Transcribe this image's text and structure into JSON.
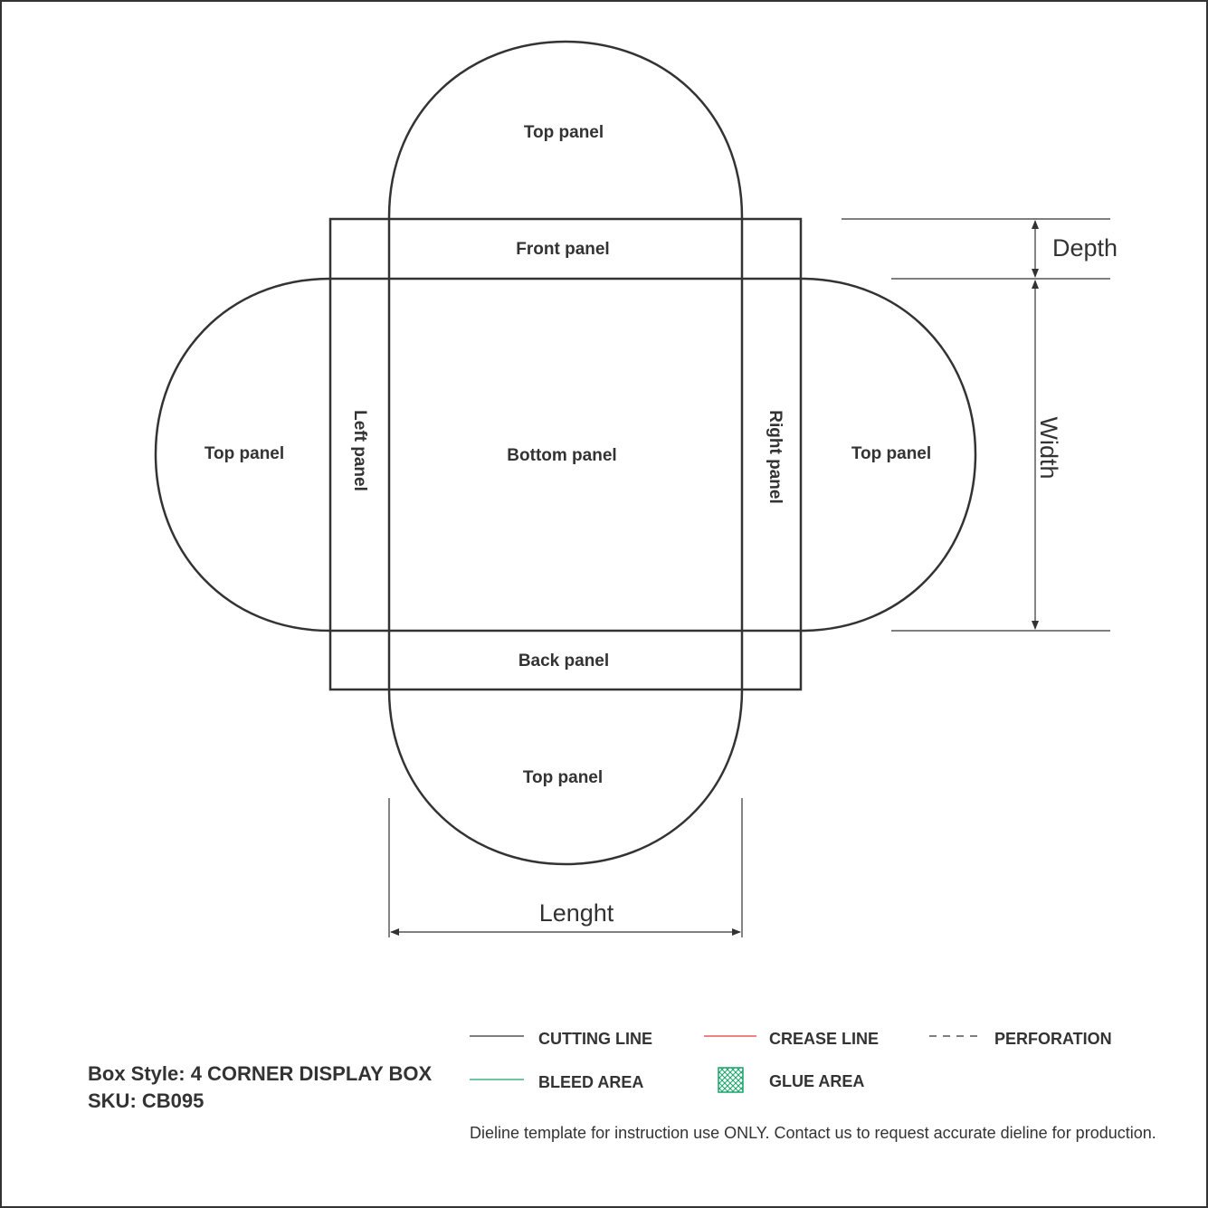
{
  "panels": {
    "top_upper": "Top panel",
    "front": "Front panel",
    "top_left": "Top panel",
    "left": "Left panel",
    "bottom": "Bottom panel",
    "right": "Right panel",
    "top_right": "Top panel",
    "back": "Back panel",
    "top_lower": "Top panel"
  },
  "dimensions": {
    "depth": "Depth",
    "width": "Width",
    "length": "Lenght"
  },
  "legend": {
    "cutting_line": "CUTTING LINE",
    "crease_line": "CREASE LINE",
    "perforation": "PERFORATION",
    "bleed_area": "BLEED AREA",
    "glue_area": "GLUE AREA"
  },
  "colors": {
    "cutting": "#333333",
    "crease": "#e53935",
    "bleed": "#1aa36b",
    "glue": "#1aa36b"
  },
  "info": {
    "box_style": "Box Style: 4 CORNER DISPLAY BOX",
    "sku": "SKU: CB095",
    "disclaimer": "Dieline template for instruction use ONLY. Contact us to request accurate dieline for production."
  }
}
